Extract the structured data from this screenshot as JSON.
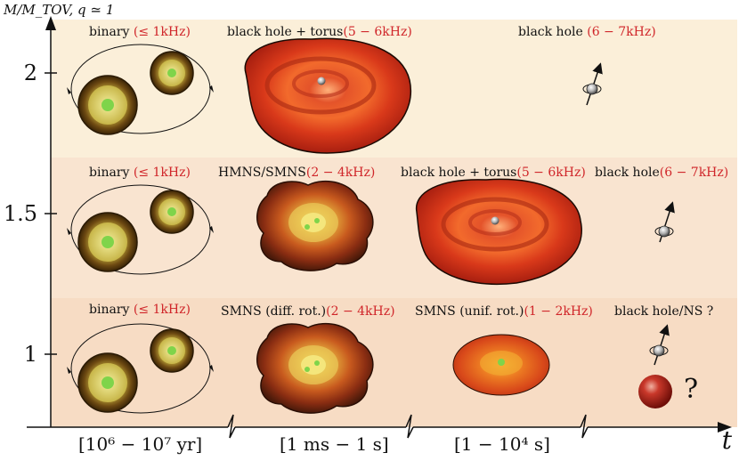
{
  "axes": {
    "y_title": "M/M_TOV, q ≃ 1",
    "x_symbol": "t",
    "y_ticks": [
      "2",
      "1.5",
      "1"
    ],
    "x_intervals": [
      "[10⁶ − 10⁷ yr]",
      "[1 ms − 1 s]",
      "[1 − 10⁴ s]"
    ]
  },
  "rows": {
    "high": {
      "binary": {
        "name": "binary",
        "freq": "(≤ 1kHz)"
      },
      "stage2": {
        "name": "black hole + torus",
        "freq": "(5 − 6kHz)"
      },
      "stage3": {
        "name": "black hole",
        "freq": "(6 − 7kHz)"
      }
    },
    "mid": {
      "binary": {
        "name": "binary",
        "freq": "(≤ 1kHz)"
      },
      "stage2": {
        "name": "HMNS/SMNS",
        "freq": "(2 − 4kHz)"
      },
      "stage3": {
        "name": "black hole + torus",
        "freq": "(5 − 6kHz)"
      },
      "stage4": {
        "name": "black hole",
        "freq": "(6 − 7kHz)"
      }
    },
    "low": {
      "binary": {
        "name": "binary",
        "freq": "(≤ 1kHz)"
      },
      "stage2": {
        "name": "SMNS (diff. rot.)",
        "freq": "(2 − 4kHz)"
      },
      "stage3": {
        "name": "SMNS (unif. rot.)",
        "freq": "(1 − 2kHz)"
      },
      "stage4": {
        "name": "black hole/NS ?",
        "freq": ""
      },
      "question": "?"
    }
  },
  "colors": {
    "band_high": "#fbefd9",
    "band_mid": "#f9e4d0",
    "band_low": "#f7dcc4",
    "frequency_text": "#d0262a",
    "torus": "#e0401c",
    "star_core": "#7fd44a"
  }
}
